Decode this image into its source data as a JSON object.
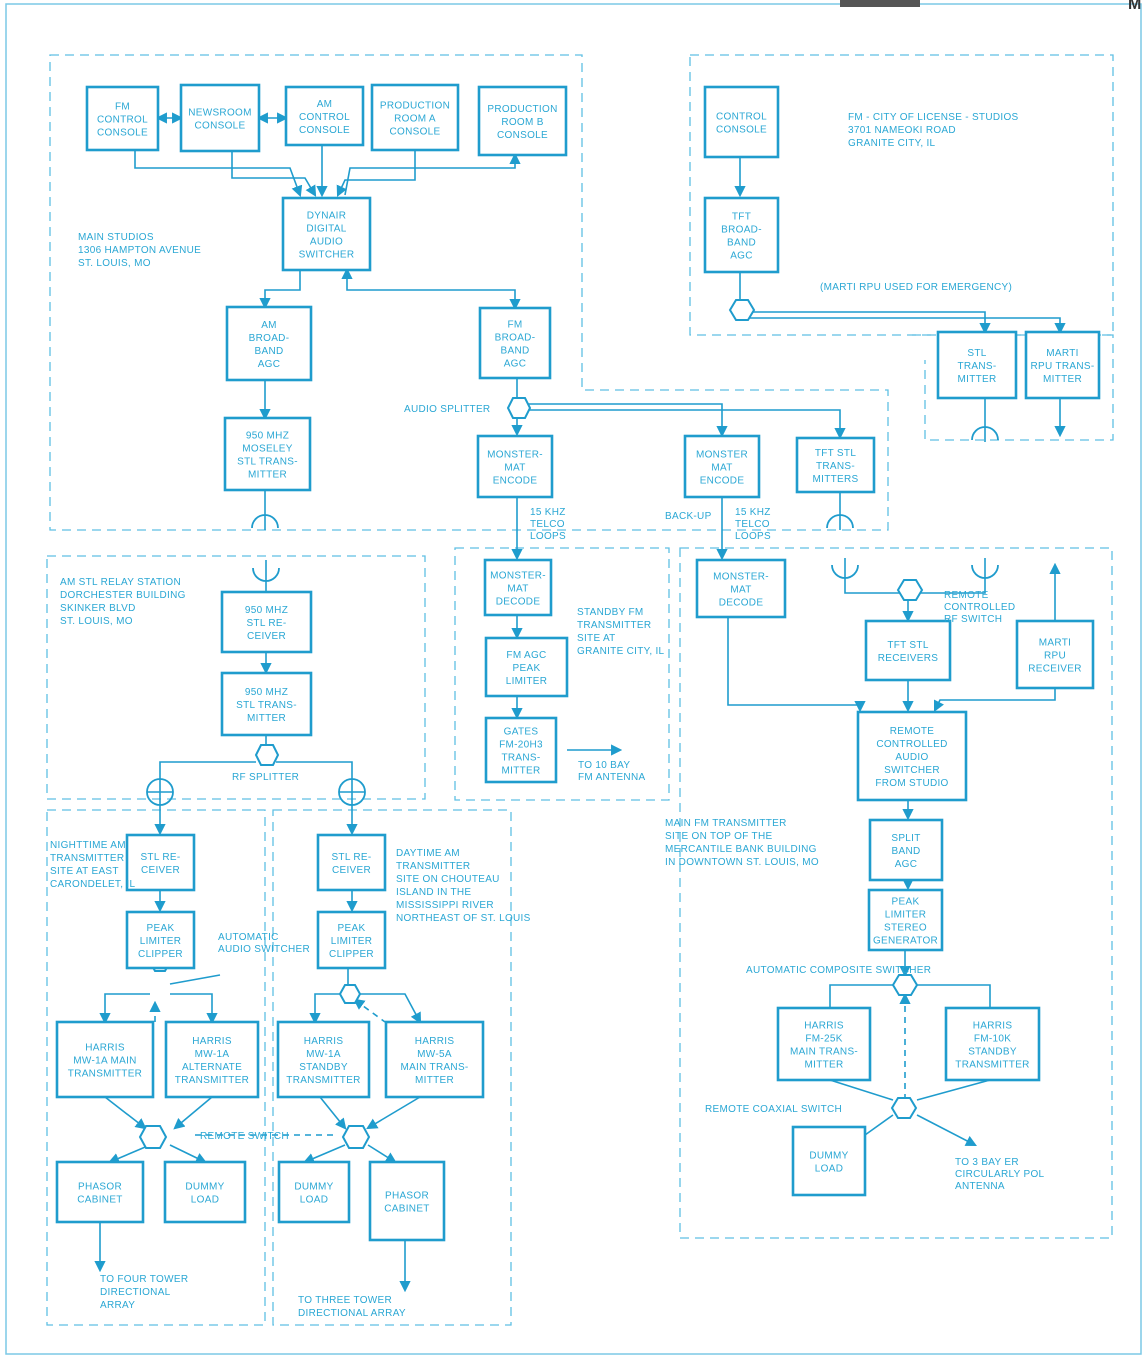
{
  "header_right": "M",
  "regions": {
    "main_studios": [
      "MAIN STUDIOS",
      "1306 HAMPTON AVENUE",
      "ST. LOUIS, MO"
    ],
    "fm_city": [
      "FM - CITY OF LICENSE - STUDIOS",
      "3701 NAMEOKI ROAD",
      "GRANITE CITY, IL"
    ],
    "am_stl": [
      "AM STL RELAY STATION",
      "DORCHESTER BUILDING",
      "SKINKER BLVD",
      "ST. LOUIS, MO"
    ],
    "standby_fm": [
      "STANDBY FM",
      "TRANSMITTER",
      "SITE AT",
      "GRANITE CITY, IL"
    ],
    "main_fm": [
      "MAIN FM TRANSMITTER",
      "SITE ON TOP OF THE",
      "MERCANTILE BANK BUILDING",
      "IN DOWNTOWN ST. LOUIS, MO"
    ],
    "night_am": [
      "NIGHTTIME AM",
      "TRANSMITTER",
      "SITE AT EAST",
      "CARONDELET, IL"
    ],
    "day_am": [
      "DAYTIME AM",
      "TRANSMITTER",
      "SITE ON CHOUTEAU",
      "ISLAND IN THE",
      "MISSISSIPPI RIVER",
      "NORTHEAST OF ST. LOUIS"
    ]
  },
  "blocks": {
    "fm_control": [
      "FM",
      "CONTROL",
      "CONSOLE"
    ],
    "newsroom": [
      "NEWSROOM",
      "CONSOLE"
    ],
    "am_control": [
      "AM",
      "CONTROL",
      "CONSOLE"
    ],
    "prod_a": [
      "PRODUCTION",
      "ROOM A",
      "CONSOLE"
    ],
    "prod_b": [
      "PRODUCTION",
      "ROOM B",
      "CONSOLE"
    ],
    "switcher": [
      "DYNAIR",
      "DIGITAL",
      "AUDIO",
      "SWITCHER"
    ],
    "am_agc": [
      "AM",
      "BROAD-",
      "BAND",
      "AGC"
    ],
    "fm_agc": [
      "FM",
      "BROAD-",
      "BAND",
      "AGC"
    ],
    "moseley": [
      "950 MHZ",
      "MOSELEY",
      "STL TRANS-",
      "MITTER"
    ],
    "control_console": [
      "CONTROL",
      "CONSOLE"
    ],
    "tft_agc": [
      "TFT",
      "BROAD-",
      "BAND",
      "AGC"
    ],
    "stl_tx_top": [
      "STL",
      "TRANS-",
      "MITTER"
    ],
    "marti_tx": [
      "MARTI",
      "RPU TRANS-",
      "MITTER"
    ],
    "enc1": [
      "MONSTER-",
      "MAT",
      "ENCODE"
    ],
    "enc2": [
      "MONSTER",
      "MAT",
      "ENCODE"
    ],
    "tft_stl_tx": [
      "TFT STL",
      "TRANS-",
      "MITTERS"
    ],
    "stl_rcvr_relay": [
      "950 MHZ",
      "STL RE-",
      "CEIVER"
    ],
    "stl_tx_relay": [
      "950 MHZ",
      "STL TRANS-",
      "MITTER"
    ],
    "dec1": [
      "MONSTER-",
      "MAT",
      "DECODE"
    ],
    "agc_limiter": [
      "FM AGC",
      "PEAK",
      "LIMITER"
    ],
    "fm_tx_standby": [
      "GATES",
      "FM-20H3",
      "TRANS-",
      "MITTER"
    ],
    "dec2": [
      "MONSTER-",
      "MAT",
      "DECODE"
    ],
    "tft_stl_rcvr": [
      "TFT STL",
      "RECEIVERS"
    ],
    "marti_rcvr": [
      "MARTI",
      "RPU",
      "RECEIVER"
    ],
    "remote_switcher": [
      "REMOTE",
      "CONTROLLED",
      "AUDIO",
      "SWITCHER",
      "FROM STUDIO"
    ],
    "split_agc": [
      "SPLIT",
      "BAND",
      "AGC"
    ],
    "peak_stereo": [
      "PEAK",
      "LIMITER",
      "STEREO",
      "GENERATOR"
    ],
    "harris_main_fm": [
      "HARRIS",
      "FM-25K",
      "MAIN TRANS-",
      "MITTER"
    ],
    "harris_standby_fm": [
      "HARRIS",
      "FM-10K",
      "STANDBY",
      "TRANSMITTER"
    ],
    "dummy_fm": [
      "DUMMY",
      "LOAD"
    ],
    "stl_rcvr_night": [
      "STL RE-",
      "CEIVER"
    ],
    "peak_night": [
      "PEAK",
      "LIMITER",
      "CLIPPER"
    ],
    "harris_night_main": [
      "HARRIS",
      "MW-1A MAIN",
      "TRANSMITTER"
    ],
    "harris_night_alt": [
      "HARRIS",
      "MW-1A",
      "ALTERNATE",
      "TRANSMITTER"
    ],
    "phasor_night": [
      "PHASOR",
      "CABINET"
    ],
    "dummy_night": [
      "DUMMY",
      "LOAD"
    ],
    "stl_rcvr_day": [
      "STL RE-",
      "CEIVER"
    ],
    "peak_day": [
      "PEAK",
      "LIMITER",
      "CLIPPER"
    ],
    "harris_day_standby": [
      "HARRIS",
      "MW-1A",
      "STANDBY",
      "TRANSMITTER"
    ],
    "harris_day_main": [
      "HARRIS",
      "MW-5A",
      "MAIN TRANS-",
      "MITTER"
    ],
    "dummy_day": [
      "DUMMY",
      "LOAD"
    ],
    "phasor_day": [
      "PHASOR",
      "CABINET"
    ]
  },
  "labels": {
    "marti_emergency": "(MARTI RPU USED FOR EMERGENCY)",
    "audio_splitter": "AUDIO SPLITTER",
    "telco_1": [
      "15 KHZ",
      "TELCO",
      "LOOPS"
    ],
    "backup": "BACK-UP",
    "telco_2": [
      "15 KHZ",
      "TELCO",
      "LOOPS"
    ],
    "remote_rf_switch": [
      "REMOTE",
      "CONTROLLED",
      "RF SWITCH"
    ],
    "rf_splitter": "RF SPLITTER",
    "to_standby_ant": [
      "TO 10 BAY",
      "FM ANTENNA"
    ],
    "auto_audio_switcher": [
      "AUTOMATIC",
      "AUDIO SWITCHER"
    ],
    "remote_switch_am": "REMOTE SWITCH",
    "auto_composite": "AUTOMATIC COMPOSITE SWITCHER",
    "remote_coax": "REMOTE COAXIAL SWITCH",
    "to_main_ant": [
      "TO 3 BAY ER",
      "CIRCULARLY POL",
      "ANTENNA"
    ],
    "night_array": [
      "TO FOUR TOWER",
      "DIRECTIONAL",
      "ARRAY"
    ],
    "day_array": [
      "TO THREE TOWER",
      "DIRECTIONAL ARRAY"
    ]
  }
}
